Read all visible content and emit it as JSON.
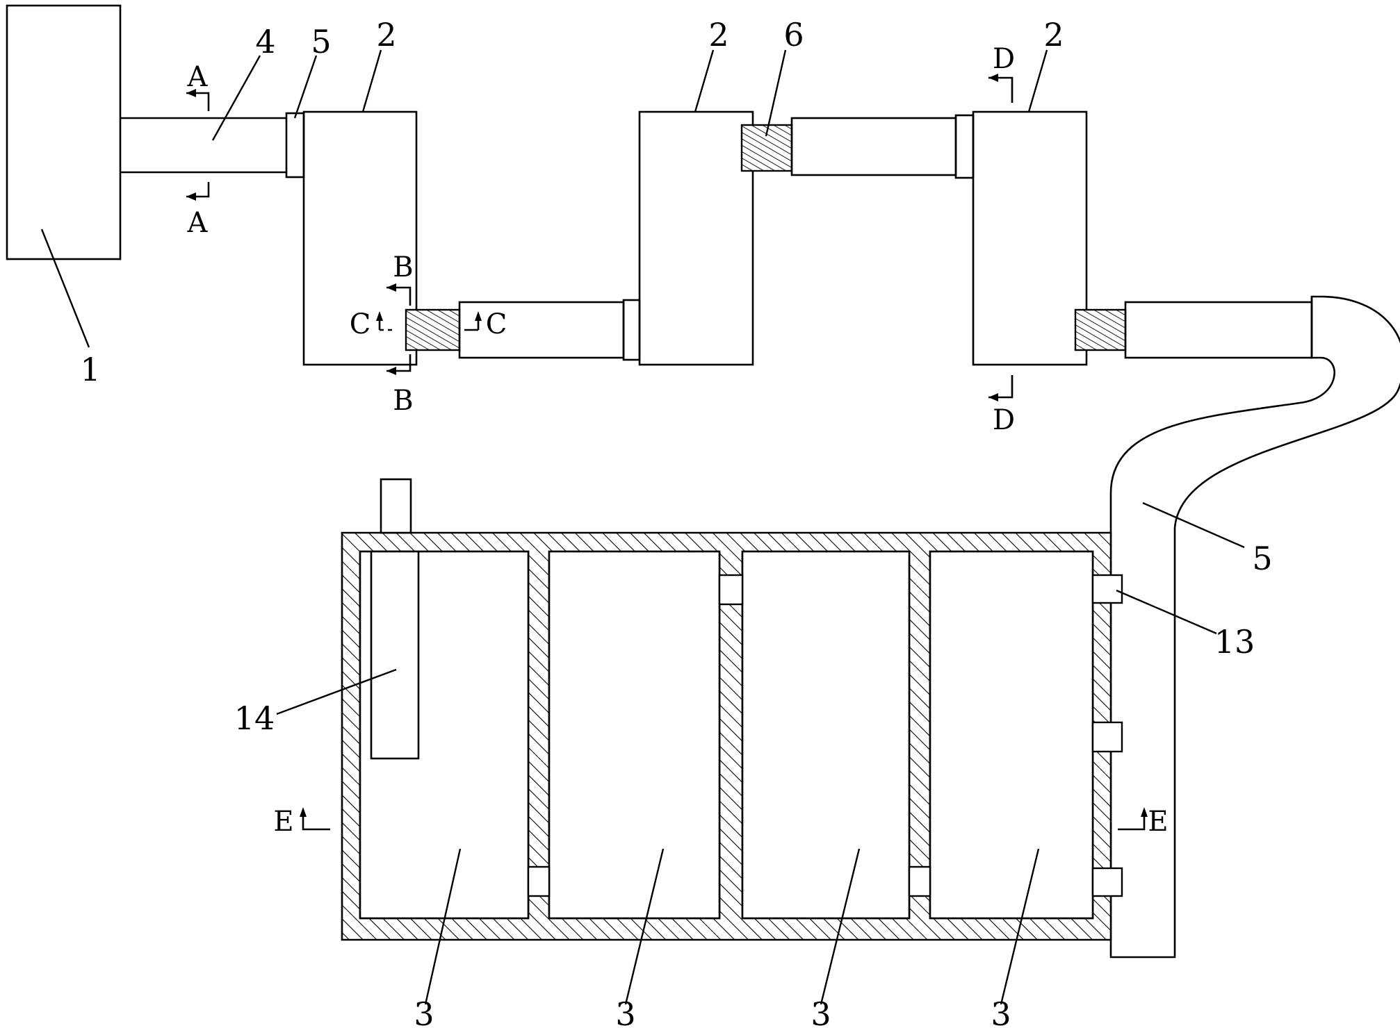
{
  "labels": {
    "part1": "1",
    "part2a": "2",
    "part2b": "2",
    "part2c": "2",
    "part3a": "3",
    "part3b": "3",
    "part3c": "3",
    "part3d": "3",
    "part4": "4",
    "part5a": "5",
    "part5b": "5",
    "part6": "6",
    "part13": "13",
    "part14": "14"
  },
  "sections": {
    "a_top": "A",
    "a_bottom": "A",
    "b_top": "B",
    "b_bottom": "B",
    "c_left": "C",
    "c_right": "C",
    "d_top": "D",
    "d_bottom": "D",
    "e_left": "E",
    "e_right": "E"
  }
}
